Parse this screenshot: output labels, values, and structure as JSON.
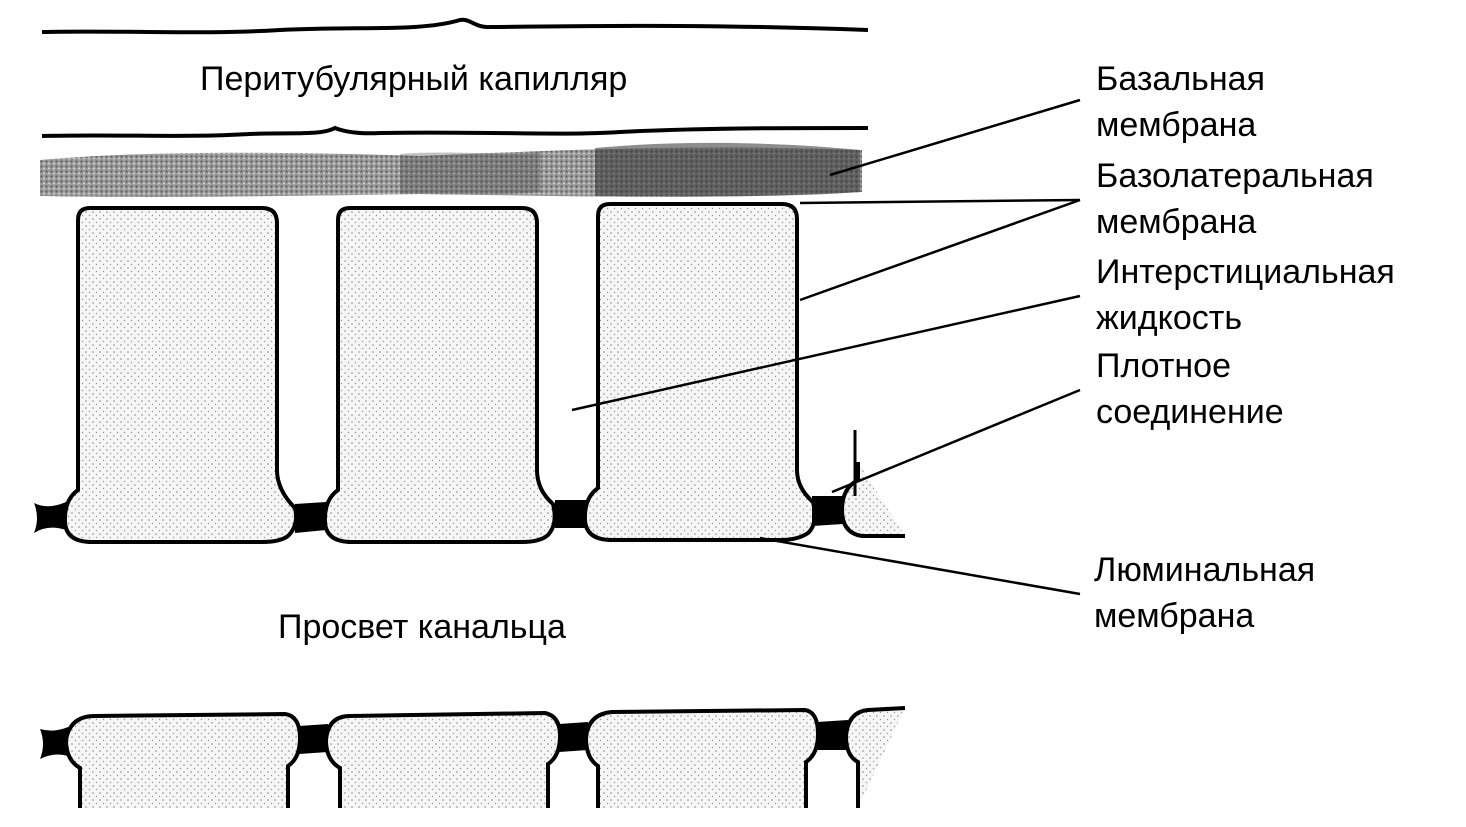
{
  "regions": {
    "capillary": "Перитубулярный капилляр",
    "lumen": "Просвет канальца"
  },
  "callouts": [
    {
      "id": "basal-membrane",
      "lines": [
        "Базальная",
        "мембрана"
      ]
    },
    {
      "id": "basolateral-membrane",
      "lines": [
        "Базолатеральная",
        "мембрана"
      ]
    },
    {
      "id": "interstitial-fluid",
      "lines": [
        "Интерстициальная",
        "жидкость"
      ]
    },
    {
      "id": "tight-junction",
      "lines": [
        "Плотное",
        "соединение"
      ]
    },
    {
      "id": "luminal-membrane",
      "lines": [
        "Люминальная",
        "мембрана"
      ]
    }
  ],
  "colors": {
    "ink": "#000000",
    "cell_fill": "#f3f3f3",
    "stipple": "#7a7a7a",
    "basement_membrane": "#555555"
  }
}
